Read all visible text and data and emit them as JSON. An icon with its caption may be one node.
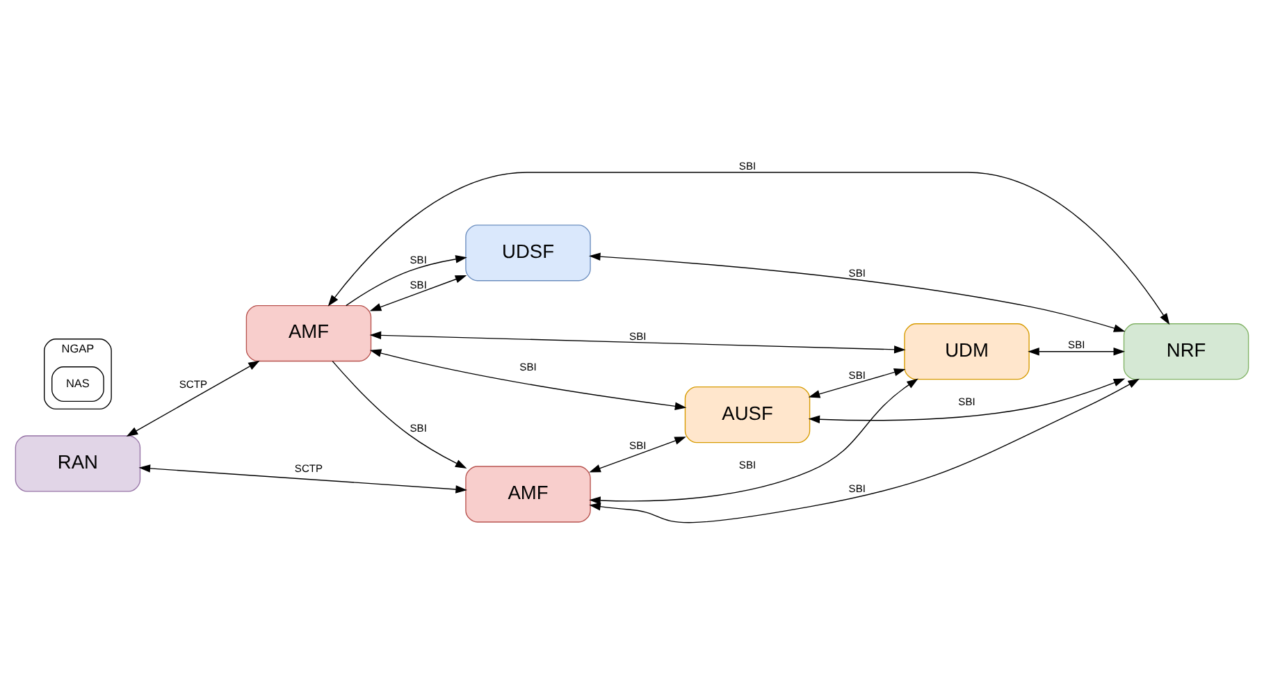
{
  "diagram": {
    "nodes": [
      {
        "text": [
          "UDSF"
        ]
      },
      {
        "text": [
          "NRF"
        ]
      },
      {
        "text": [
          "AMF"
        ]
      },
      {
        "text": [
          "RAN"
        ]
      },
      {
        "text": [
          "AUSF"
        ]
      },
      {
        "text": [
          "NGAP"
        ]
      },
      {
        "text": [
          "NAS"
        ],
        "in": 5
      },
      {
        "text": [
          "AMF"
        ]
      },
      {
        "text": [
          "UDM"
        ]
      }
    ],
    "edges": [
      {
        "from": 2,
        "to": 0,
        "arrow": "both",
        "label": "SBI"
      },
      {
        "from": 2,
        "to": 0,
        "arrow": "to",
        "label": "SBI"
      },
      {
        "from": 0,
        "to": 1,
        "arrow": "both",
        "label": "SBI"
      },
      {
        "from": 2,
        "to": 1,
        "arrow": "both",
        "label": "SBI"
      },
      {
        "from": 4,
        "to": 1,
        "arrow": "both",
        "label": "SBI"
      },
      {
        "from": 3,
        "to": 2,
        "arrow": "both",
        "label": "SCTP"
      },
      {
        "from": 2,
        "to": 4,
        "arrow": "both",
        "label": "SBI"
      },
      {
        "from": 2,
        "to": 8,
        "arrow": "both",
        "label": "SBI"
      },
      {
        "from": 2,
        "to": 7,
        "arrow": "to",
        "label": "SBI"
      },
      {
        "from": 3,
        "to": 7,
        "arrow": "both",
        "label": "SCTP"
      },
      {
        "from": 7,
        "to": 4,
        "arrow": "both",
        "label": "SBI"
      },
      {
        "from": 4,
        "to": 8,
        "arrow": "both",
        "label": "SBI"
      },
      {
        "from": 8,
        "to": 1,
        "arrow": "both",
        "label": "SBI"
      },
      {
        "from": 7,
        "to": 8,
        "arrow": "both",
        "label": "SBI"
      },
      {
        "from": 7,
        "to": 1,
        "arrow": "both",
        "label": "SBI"
      }
    ]
  }
}
